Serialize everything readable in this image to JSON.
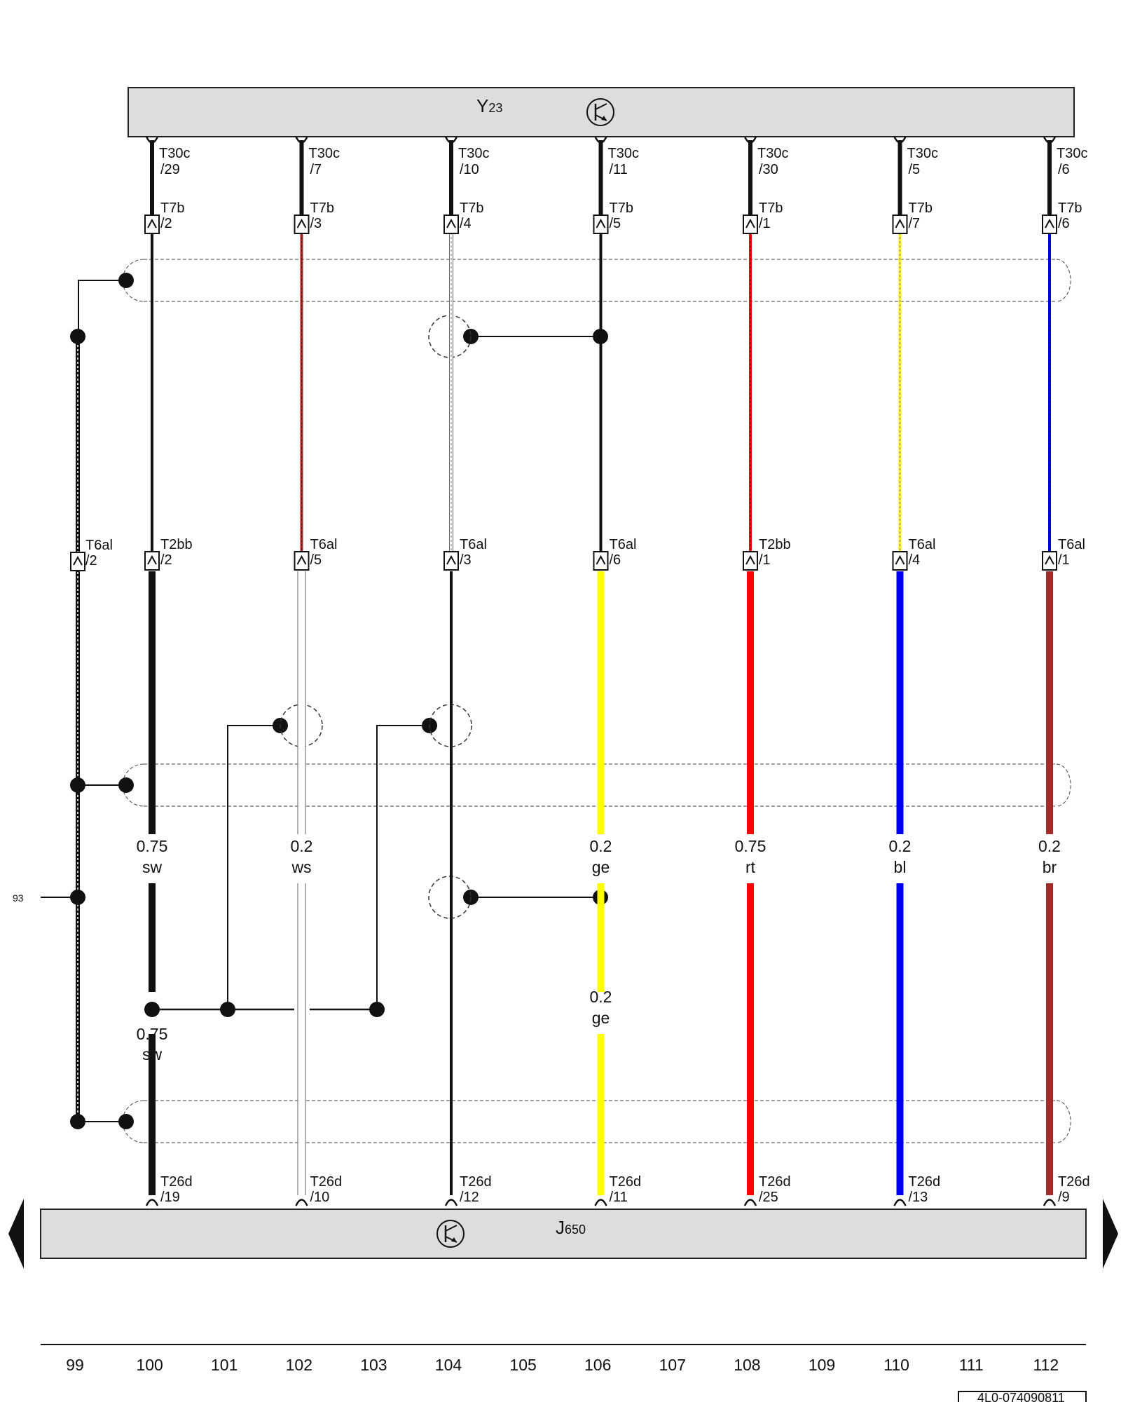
{
  "components": {
    "top": {
      "label": "Y",
      "sub": "23"
    },
    "bottom": {
      "label": "J",
      "sub": "650"
    }
  },
  "wires": [
    {
      "id": "w100",
      "t30c": "/29",
      "t7b": "/2",
      "mid_conn": "T2bb",
      "mid_pin": "/2",
      "t26d": "/19",
      "gauge": "0.75",
      "color_code": "sw",
      "gauge2": "0.75",
      "color_code2": "sw",
      "upper_color": "#111111",
      "lower_color": "#111111"
    },
    {
      "id": "w102",
      "t30c": "/7",
      "t7b": "/3",
      "mid_conn": "T6al",
      "mid_pin": "/5",
      "t26d": "/10",
      "gauge": "0.2",
      "color_code": "ws",
      "upper_color": "#b22222",
      "lower_color": "#ffffff"
    },
    {
      "id": "w104",
      "t30c": "/10",
      "t7b": "/4",
      "mid_conn": "T6al",
      "mid_pin": "/3",
      "t26d": "/12",
      "upper_color": "#ffffff",
      "lower_color": "#111111"
    },
    {
      "id": "w106",
      "t30c": "/11",
      "t7b": "/5",
      "mid_conn": "T6al",
      "mid_pin": "/6",
      "t26d": "/11",
      "gauge": "0.2",
      "color_code": "ge",
      "gauge2": "0.2",
      "color_code2": "ge",
      "upper_color": "#111111",
      "lower_color": "#ffff00"
    },
    {
      "id": "w108",
      "t30c": "/30",
      "t7b": "/1",
      "mid_conn": "T2bb",
      "mid_pin": "/1",
      "t26d": "/25",
      "gauge": "0.75",
      "color_code": "rt",
      "upper_color": "#ff0000",
      "lower_color": "#ff0000"
    },
    {
      "id": "w110",
      "t30c": "/5",
      "t7b": "/7",
      "mid_conn": "T6al",
      "mid_pin": "/4",
      "t26d": "/13",
      "gauge": "0.2",
      "color_code": "bl",
      "upper_color": "#ffff00",
      "lower_color": "#0000ee"
    },
    {
      "id": "w112",
      "t30c": "/6",
      "t7b": "/6",
      "mid_conn": "T6al",
      "mid_pin": "/1",
      "t26d": "/9",
      "gauge": "0.2",
      "color_code": "br",
      "upper_color": "#0000ee",
      "lower_color": "#a52a2a"
    }
  ],
  "connectors": {
    "top": "T30c",
    "upper": "T7b",
    "bottom": "T26d"
  },
  "ground": {
    "conn": "T6al",
    "pin": "/2"
  },
  "ref_number": "93",
  "column_numbers": [
    "99",
    "100",
    "101",
    "102",
    "103",
    "104",
    "105",
    "106",
    "107",
    "108",
    "109",
    "110",
    "111",
    "112"
  ],
  "drawing_id": "4L0-074090811"
}
